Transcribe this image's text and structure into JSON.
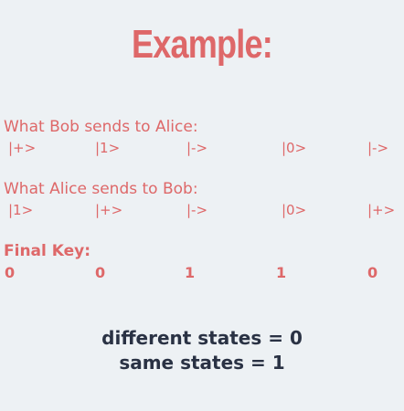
{
  "title": "Example:",
  "bob_section": {
    "label": "What Bob sends to Alice:",
    "states": [
      "|+>",
      "|1>",
      "|->",
      "|0>",
      "|->"
    ]
  },
  "alice_section": {
    "label": "What Alice sends to Bob:",
    "states": [
      "|1>",
      "|+>",
      "|->",
      "|0>",
      "|+>"
    ]
  },
  "final_key": {
    "label": "Final Key:",
    "bits": [
      "0",
      "0",
      "1",
      "1",
      "0"
    ]
  },
  "rules": {
    "different": "different states = 0",
    "same": "same states = 1"
  },
  "colors": {
    "accent": "#de6869",
    "text_dark": "#2a3244",
    "background": "#edf1f4"
  }
}
